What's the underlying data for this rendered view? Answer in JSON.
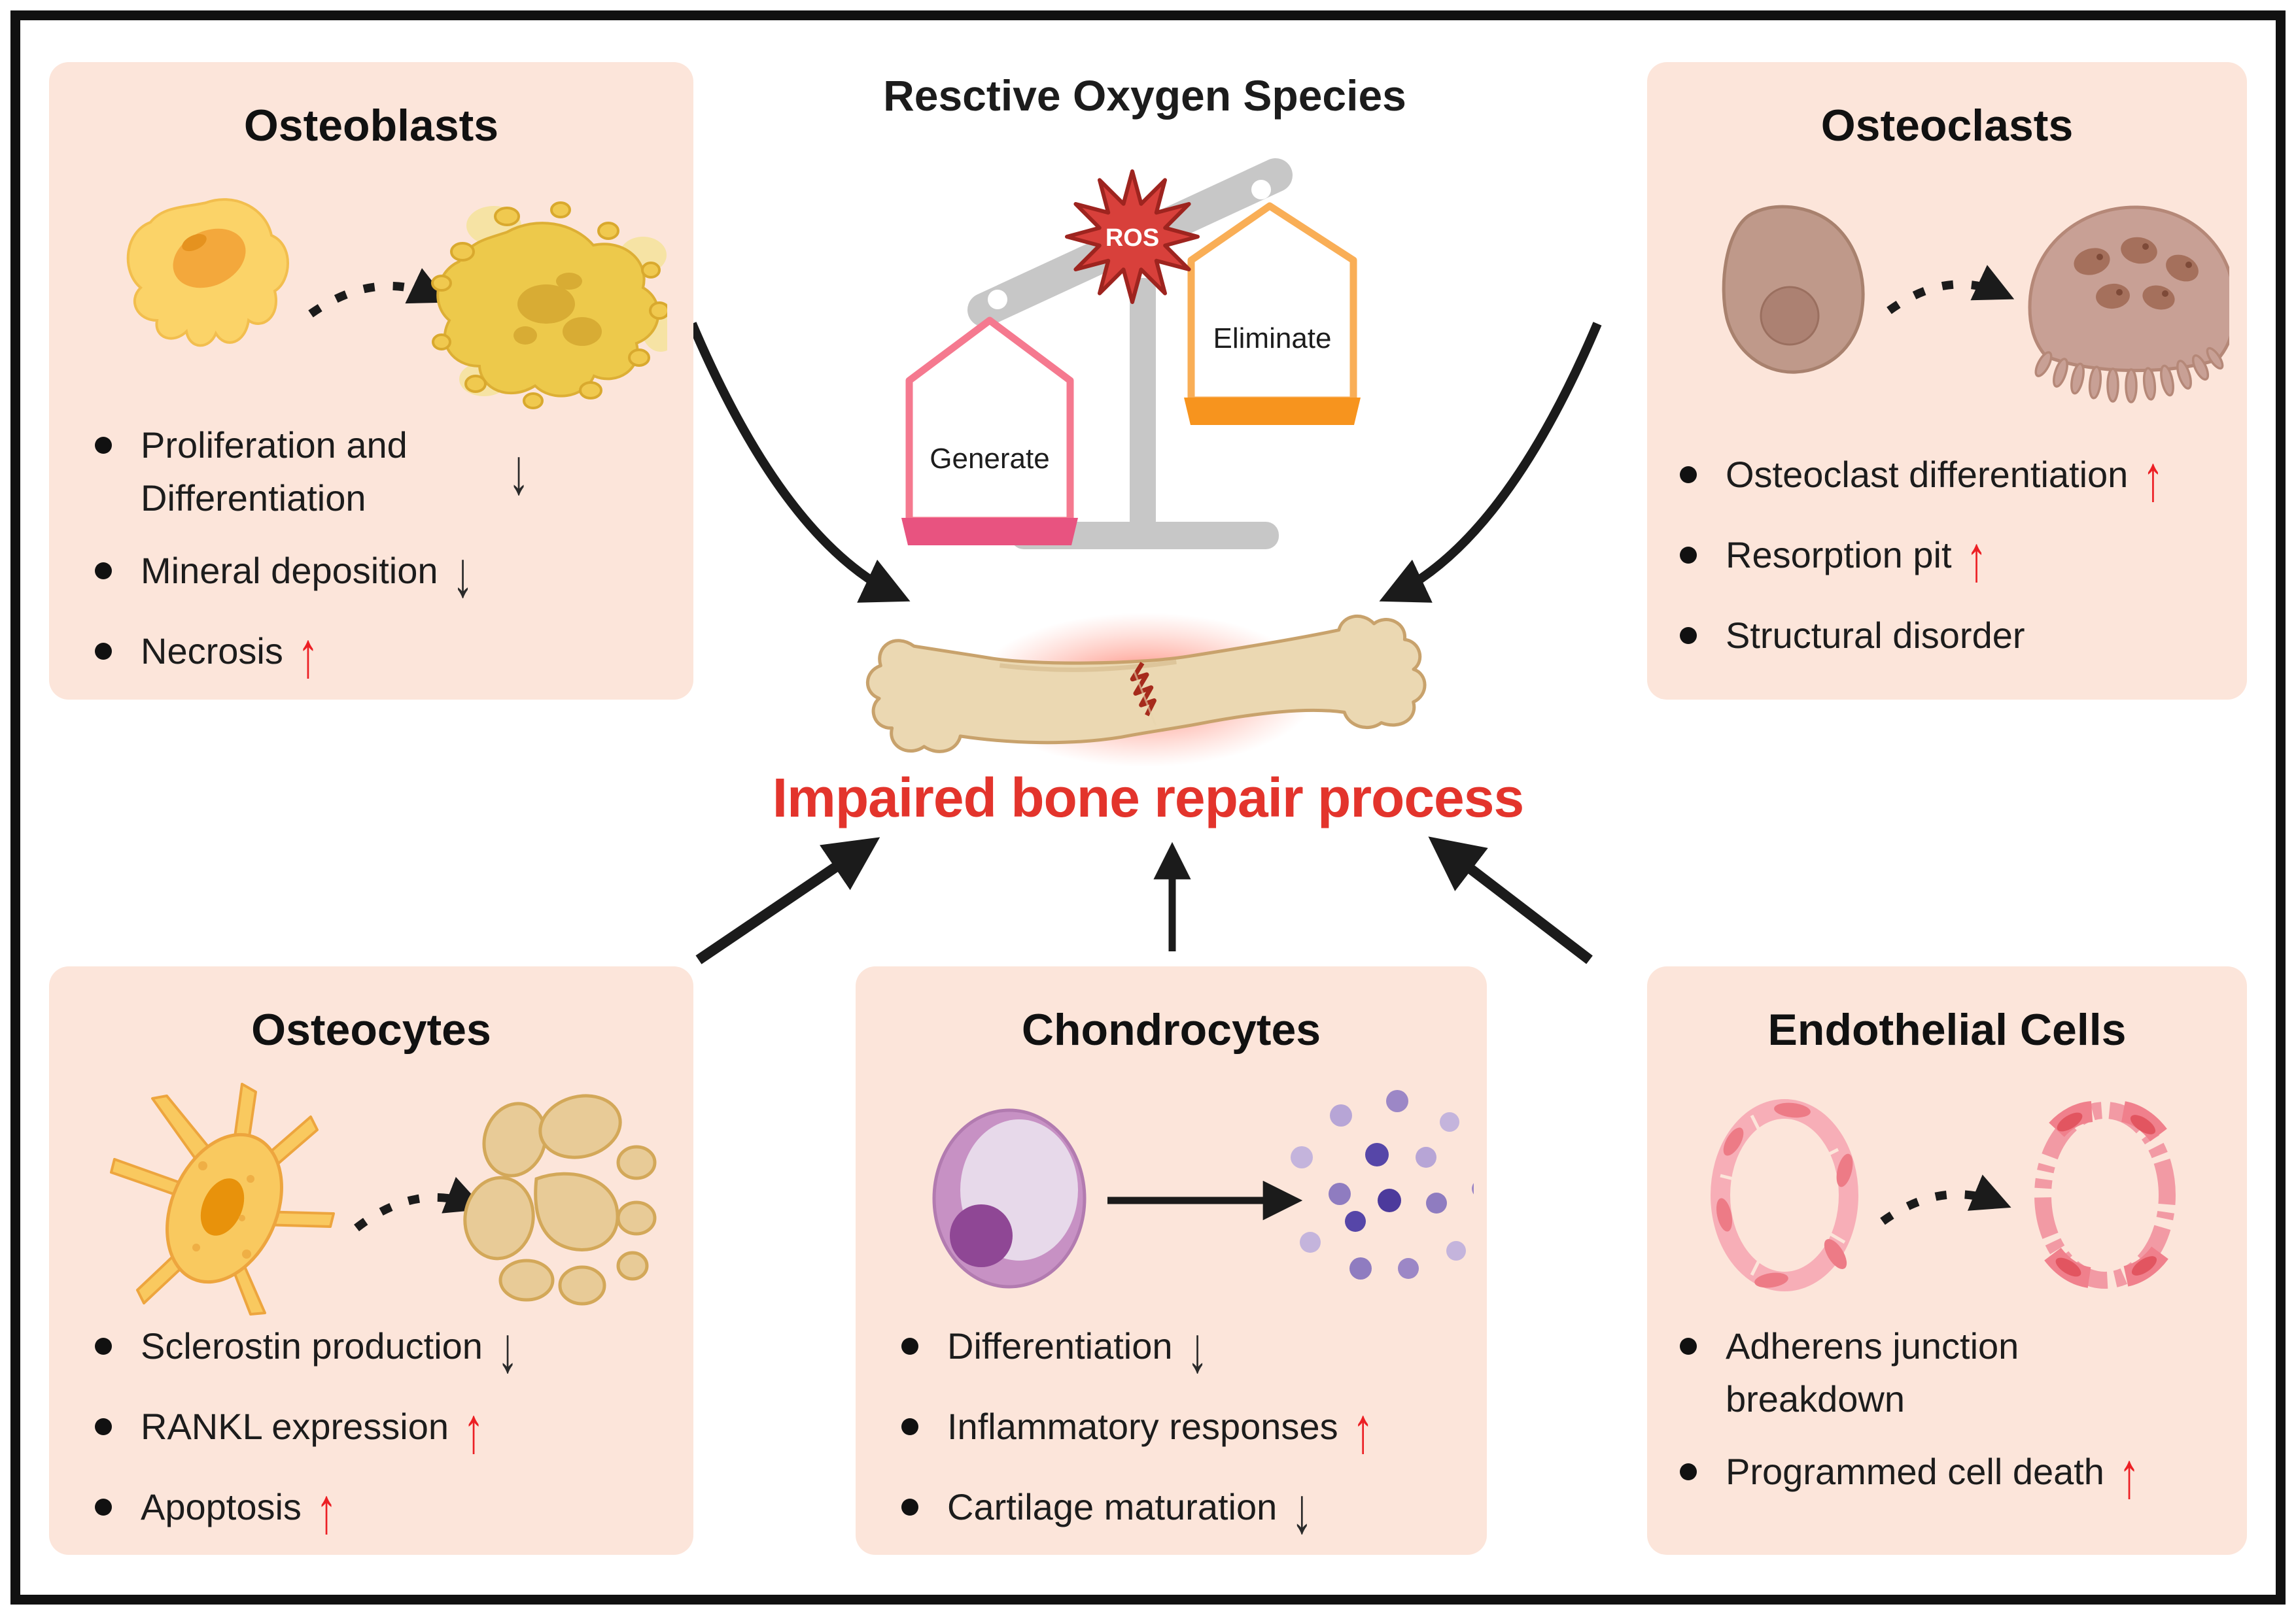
{
  "header": {
    "title": "Resctive Oxygen Species"
  },
  "balance": {
    "ros_badge": "ROS",
    "left_pan_label": "Generate",
    "right_pan_label": "Eliminate"
  },
  "center": {
    "caption": "Impaired bone repair process"
  },
  "panels": {
    "osteoblasts": {
      "title": "Osteoblasts",
      "bullets": [
        {
          "text": "Proliferation and Differentiation",
          "glyph": "↓",
          "style": "color:#2a2a2a"
        },
        {
          "text": "Mineral deposition",
          "glyph": "↓",
          "style": "color:#2a2a2a"
        },
        {
          "text": "Necrosis",
          "glyph": "↑",
          "style": "color:#EC1F24"
        }
      ]
    },
    "osteoclasts": {
      "title": "Osteoclasts",
      "bullets": [
        {
          "text": "Osteoclast differentiation",
          "glyph": "↑",
          "style": "color:#EC1F24"
        },
        {
          "text": "Resorption pit",
          "glyph": "↑",
          "style": "color:#EC1F24"
        },
        {
          "text": "Structural disorder"
        }
      ]
    },
    "osteocytes": {
      "title": "Osteocytes",
      "bullets": [
        {
          "text": "Sclerostin production",
          "glyph": "↓",
          "style": "color:#2a2a2a"
        },
        {
          "text": "RANKL expression",
          "glyph": "↑",
          "style": "color:#EC1F24"
        },
        {
          "text": "Apoptosis",
          "glyph": "↑",
          "style": "color:#EC1F24"
        }
      ]
    },
    "chondrocytes": {
      "title": "Chondrocytes",
      "bullets": [
        {
          "text": "Differentiation",
          "glyph": "↓",
          "style": "color:#2a2a2a"
        },
        {
          "text": "Inflammatory responses",
          "glyph": "↑",
          "style": "color:#EC1F24"
        },
        {
          "text": "Cartilage maturation",
          "glyph": "↓",
          "style": "color:#2a2a2a"
        }
      ]
    },
    "endothelial": {
      "title": "Endothelial Cells",
      "bullets": [
        {
          "text": "Adherens junction breakdown"
        },
        {
          "text": "Programmed cell death",
          "glyph": "↑",
          "style": "color:#EC1F24"
        }
      ]
    }
  },
  "colors": {
    "panel_bg": "#FCE5DA",
    "accent_red": "#E3342C",
    "arrow_red": "#EC1F24",
    "arrow_black": "#2a2a2a",
    "scale_gray": "#C7C7C7",
    "generate_pink": "#F5798F",
    "generate_base": "#E85380",
    "eliminate_orange": "#F9AE56",
    "eliminate_base": "#F7941E",
    "ros_star": "#D8403B",
    "bone_fill": "#EBD8B2"
  }
}
